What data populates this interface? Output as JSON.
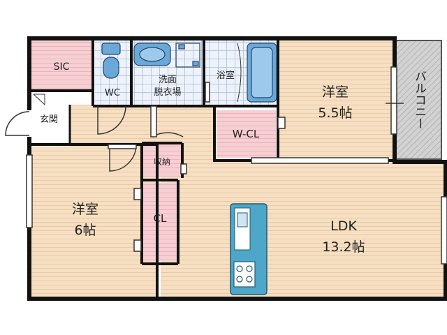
{
  "colors": {
    "wood": "#f6dfc2",
    "wood_line": "#e8c7a3",
    "pink": "#f6cfd3",
    "pink_line": "#e8a9b3",
    "tile": "#e8eef8",
    "tile_line": "#b8c8e2",
    "wall": "#111111",
    "balcony": "#cfcfcf",
    "kitchen": "#4ea7c9",
    "fixture": "#6aa8d8"
  },
  "rooms": {
    "sic": "SIC",
    "wc": "WC",
    "wash_line1": "洗面",
    "wash_line2": "脱衣場",
    "bath": "浴室",
    "bedroom1_name": "洋室",
    "bedroom1_size": "5.5帖",
    "balcony": "バルコニー",
    "entrance": "玄関",
    "wcl": "W-CL",
    "storage": "収納",
    "bedroom2_name": "洋室",
    "bedroom2_size": "6帖",
    "closet": "CL",
    "ldk_name": "LDK",
    "ldk_size": "13.2帖"
  },
  "icons": [
    "toilet-icon",
    "washbasin-icon",
    "washing-machine-icon",
    "bathtub-icon",
    "kitchen-sink-icon",
    "stove-icon"
  ]
}
